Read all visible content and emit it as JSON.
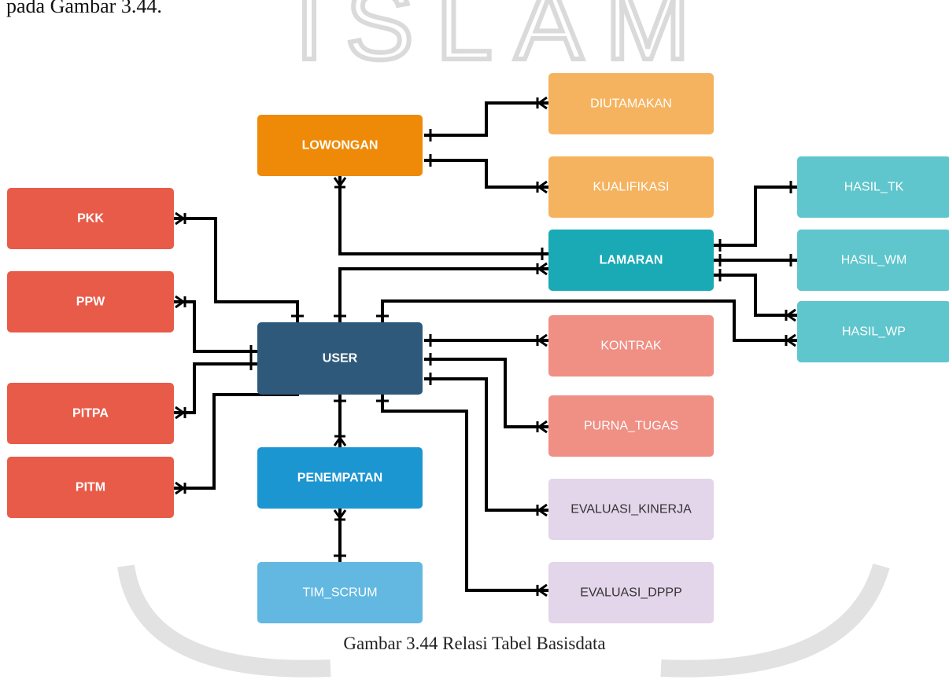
{
  "header_text": "pada Gambar 3.44.",
  "caption": "Gambar 3.44 Relasi Tabel Basisdata",
  "watermark": {
    "text": "ISLAM",
    "color": "#d8d8d8"
  },
  "colors": {
    "red": "#e95b49",
    "orange": "#ef8a08",
    "light_orange": "#f5b35f",
    "teal": "#19aab5",
    "light_teal": "#5ec6cc",
    "dark_blue": "#2f597b",
    "blue": "#1c96d1",
    "light_blue": "#63b8e2",
    "salmon": "#f08f84",
    "lavender": "#e3d5ea"
  },
  "nodes": [
    {
      "id": "lowongan",
      "label": "LOWONGAN",
      "color": "#ef8a08",
      "text_color": "#ffffff",
      "bold": true
    },
    {
      "id": "diutamakan",
      "label": "DIUTAMAKAN",
      "color": "#f5b35f",
      "text_color": "#ffffff",
      "bold": false
    },
    {
      "id": "kualifikasi",
      "label": "KUALIFIKASI",
      "color": "#f5b35f",
      "text_color": "#ffffff",
      "bold": false
    },
    {
      "id": "pkk",
      "label": "PKK",
      "color": "#e95b49",
      "text_color": "#ffffff",
      "bold": true
    },
    {
      "id": "ppw",
      "label": "PPW",
      "color": "#e95b49",
      "text_color": "#ffffff",
      "bold": true
    },
    {
      "id": "pitpa",
      "label": "PITPA",
      "color": "#e95b49",
      "text_color": "#ffffff",
      "bold": true
    },
    {
      "id": "pitm",
      "label": "PITM",
      "color": "#e95b49",
      "text_color": "#ffffff",
      "bold": true
    },
    {
      "id": "lamaran",
      "label": "LAMARAN",
      "color": "#19aab5",
      "text_color": "#ffffff",
      "bold": true
    },
    {
      "id": "hasil_tk",
      "label": "HASIL_TK",
      "color": "#5ec6cc",
      "text_color": "#ffffff",
      "bold": false
    },
    {
      "id": "hasil_wm",
      "label": "HASIL_WM",
      "color": "#5ec6cc",
      "text_color": "#ffffff",
      "bold": false
    },
    {
      "id": "hasil_wp",
      "label": "HASIL_WP",
      "color": "#5ec6cc",
      "text_color": "#ffffff",
      "bold": false
    },
    {
      "id": "user",
      "label": "USER",
      "color": "#2f597b",
      "text_color": "#ffffff",
      "bold": true
    },
    {
      "id": "kontrak",
      "label": "KONTRAK",
      "color": "#f08f84",
      "text_color": "#ffffff",
      "bold": false
    },
    {
      "id": "purna_tugas",
      "label": "PURNA_TUGAS",
      "color": "#f08f84",
      "text_color": "#ffffff",
      "bold": false
    },
    {
      "id": "penempatan",
      "label": "PENEMPATAN",
      "color": "#1c96d1",
      "text_color": "#ffffff",
      "bold": true
    },
    {
      "id": "evaluasi_kinerja",
      "label": "EVALUASI_KINERJA",
      "color": "#e3d5ea",
      "text_color": "#333333",
      "bold": false
    },
    {
      "id": "tim_scrum",
      "label": "TIM_SCRUM",
      "color": "#63b8e2",
      "text_color": "#ffffff",
      "bold": false
    },
    {
      "id": "evaluasi_dppp",
      "label": "EVALUASI_DPPP",
      "color": "#e3d5ea",
      "text_color": "#333333",
      "bold": false
    }
  ],
  "edges": [
    {
      "from": "lowongan",
      "to": "diutamakan",
      "from_end": "one",
      "to_end": "many"
    },
    {
      "from": "lowongan",
      "to": "kualifikasi",
      "from_end": "one",
      "to_end": "many"
    },
    {
      "from": "lowongan",
      "to": "lamaran",
      "from_end": "many",
      "to_end": "one"
    },
    {
      "from": "pkk",
      "to": "user",
      "from_end": "many",
      "to_end": "one"
    },
    {
      "from": "ppw",
      "to": "user",
      "from_end": "many",
      "to_end": "one"
    },
    {
      "from": "pitpa",
      "to": "user",
      "from_end": "many",
      "to_end": "one"
    },
    {
      "from": "pitm",
      "to": "user",
      "from_end": "many",
      "to_end": "one"
    },
    {
      "from": "user",
      "to": "lamaran",
      "from_end": "one",
      "to_end": "many"
    },
    {
      "from": "lamaran",
      "to": "hasil_tk",
      "from_end": "one",
      "to_end": "one"
    },
    {
      "from": "lamaran",
      "to": "hasil_wm",
      "from_end": "one",
      "to_end": "one"
    },
    {
      "from": "lamaran",
      "to": "hasil_wp",
      "from_end": "one",
      "to_end": "many"
    },
    {
      "from": "user",
      "to": "hasil_wp",
      "from_end": "one",
      "to_end": "many"
    },
    {
      "from": "user",
      "to": "kontrak",
      "from_end": "one",
      "to_end": "many"
    },
    {
      "from": "user",
      "to": "purna_tugas",
      "from_end": "one",
      "to_end": "many"
    },
    {
      "from": "user",
      "to": "penempatan",
      "from_end": "one",
      "to_end": "many"
    },
    {
      "from": "user",
      "to": "evaluasi_kinerja",
      "from_end": "one",
      "to_end": "many"
    },
    {
      "from": "user",
      "to": "evaluasi_dppp",
      "from_end": "one",
      "to_end": "many"
    },
    {
      "from": "penempatan",
      "to": "tim_scrum",
      "from_end": "many",
      "to_end": "one"
    }
  ]
}
